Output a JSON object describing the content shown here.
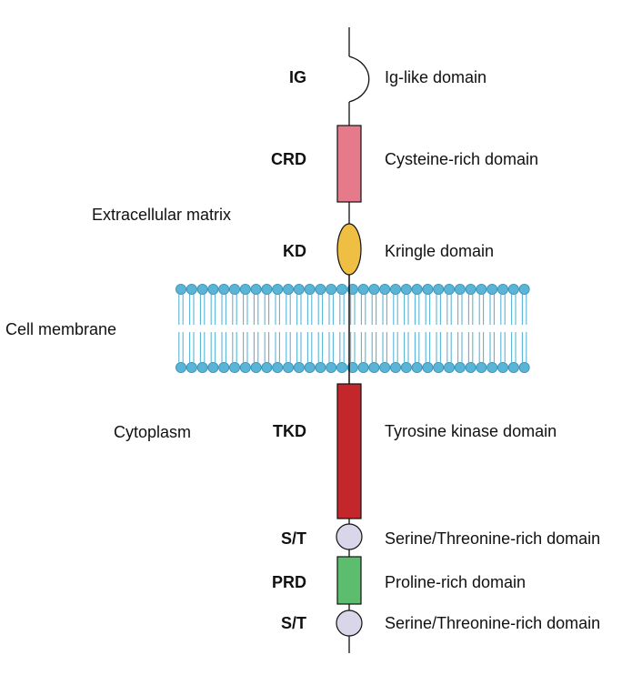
{
  "regions": {
    "extracellular": "Extracellular matrix",
    "membrane": "Cell membrane",
    "cytoplasm": "Cytoplasm"
  },
  "domains": [
    {
      "abbr": "IG",
      "name": "Ig-like domain",
      "shape": "loop",
      "color": ""
    },
    {
      "abbr": "CRD",
      "name": "Cysteine-rich domain",
      "shape": "rect",
      "color": "#e57a8b"
    },
    {
      "abbr": "KD",
      "name": "Kringle domain",
      "shape": "ellipse",
      "color": "#efbf44"
    },
    {
      "abbr": "TKD",
      "name": "Tyrosine kinase domain",
      "shape": "rect",
      "color": "#c4272b"
    },
    {
      "abbr": "S/T",
      "name": "Serine/Threonine-rich domain",
      "shape": "circle",
      "color": "#d8d6e8"
    },
    {
      "abbr": "PRD",
      "name": "Proline-rich domain",
      "shape": "rect",
      "color": "#5dbd6e"
    },
    {
      "abbr": "S/T",
      "name": "Serine/Threonine-rich domain",
      "shape": "circle",
      "color": "#d8d6e8"
    }
  ],
  "colors": {
    "lipid_head": "#5ab4d6",
    "lipid_head_stroke": "#3a8fb5",
    "lipid_tail": "#5ab4d6",
    "backbone": "#111111"
  }
}
